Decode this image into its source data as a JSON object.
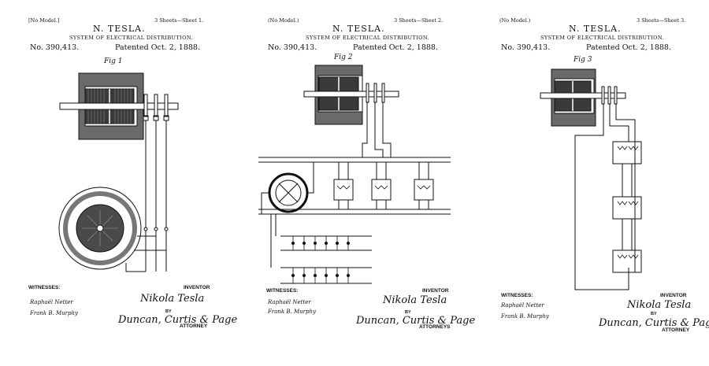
{
  "sheets": [
    {
      "no_model": "[No Model.]",
      "sheet_label": "3 Sheets—Sheet 1.",
      "inventor": "N. TESLA.",
      "title": "SYSTEM OF ELECTRICAL DISTRIBUTION.",
      "patent_no": "No. 390,413.",
      "patent_date": "Patented Oct. 2, 1888.",
      "fig_label": "Fig 1",
      "witnesses_label": "WITNESSES:",
      "inventor_label": "INVENTOR",
      "by_label": "BY",
      "attorney_label": "ATTORNEY",
      "witness_sig_1": "Raphaël Netter",
      "witness_sig_2": "Frank B. Murphy",
      "inventor_sig": "Nikola Tesla",
      "attorney_sig": "Duncan, Curtis & Page"
    },
    {
      "no_model": "(No Model.)",
      "sheet_label": "3 Sheets—Sheet 2.",
      "inventor": "N. TESLA.",
      "title": "SYSTEM OF ELECTRICAL DISTRIBUTION.",
      "patent_no": "No. 390,413.",
      "patent_date": "Patented Oct. 2, 1888.",
      "fig_label": "Fig 2",
      "witnesses_label": "WITNESSES:",
      "inventor_label": "INVENTOR",
      "by_label": "BY",
      "attorney_label": "ATTORNEYS",
      "witness_sig_1": "Raphaël Netter",
      "witness_sig_2": "Frank B. Murphy",
      "inventor_sig": "Nikola Tesla",
      "attorney_sig": "Duncan, Curtis & Page"
    },
    {
      "no_model": "(No Model.)",
      "sheet_label": "3 Sheets—Sheet 3.",
      "inventor": "N. TESLA.",
      "title": "SYSTEM OF ELECTRICAL DISTRIBUTION.",
      "patent_no": "No. 390,413.",
      "patent_date": "Patented Oct. 2, 1888.",
      "fig_label": "Fig 3",
      "witnesses_label": "WITNESSES:",
      "inventor_label": "INVENTOR",
      "by_label": "BY",
      "attorney_label": "ATTORNEY",
      "witness_sig_1": "Raphaël Netter",
      "witness_sig_2": "Frank B. Murphy",
      "inventor_sig": "Nikola Tesla",
      "attorney_sig": "Duncan, Curtis & Page"
    }
  ]
}
